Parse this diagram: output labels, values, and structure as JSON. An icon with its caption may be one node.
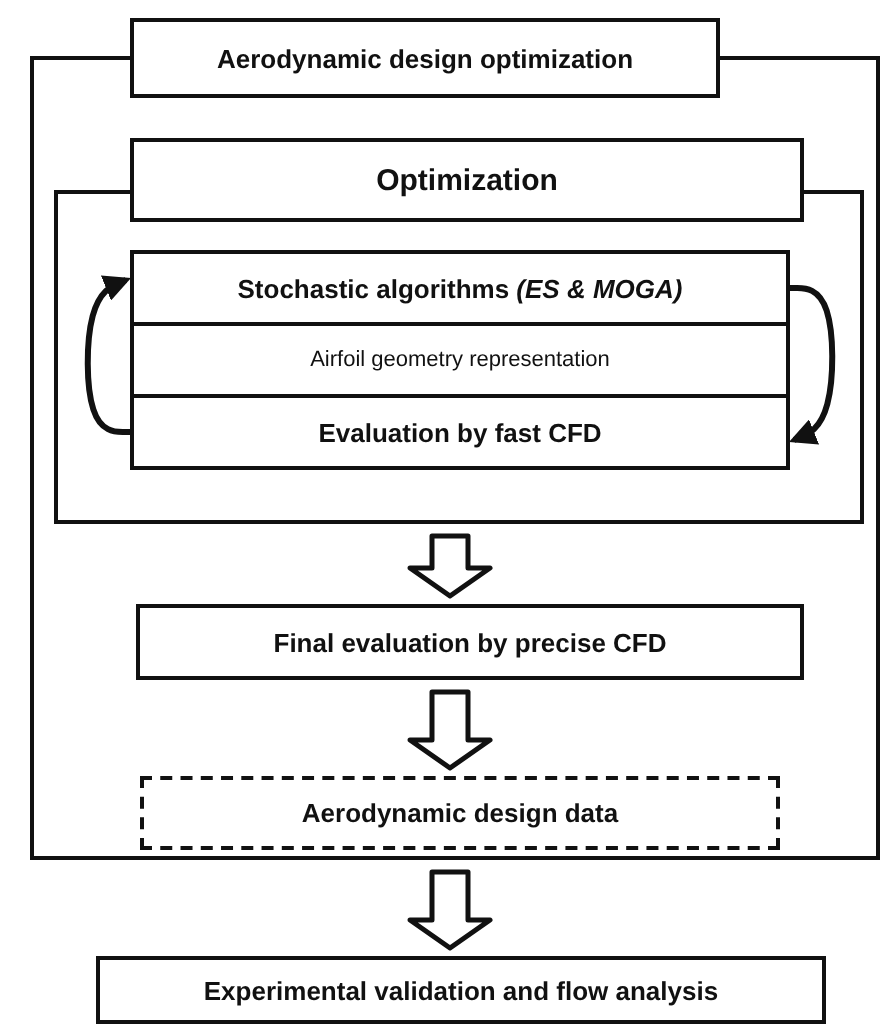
{
  "diagram": {
    "nodes": [
      {
        "text": [
          "Aerodynamic design optimization"
        ]
      },
      {
        "text": [
          "Optimization"
        ],
        "in": 0
      },
      {
        "text": [
          "Stochastic algorithms *(ES & MOGA)*"
        ],
        "in": 1
      },
      {
        "text": [
          "Airfoil geometry representation"
        ],
        "in": 1
      },
      {
        "text": [
          "Evaluation by fast CFD"
        ],
        "in": 1
      },
      {
        "text": [
          "Final evaluation by precise CFD"
        ],
        "in": 0
      },
      {
        "text": [
          "Aerodynamic design data"
        ],
        "in": 0
      },
      {
        "text": [
          "Experimental validation and flow analysis"
        ]
      }
    ],
    "edges": [
      {
        "from": 4,
        "to": 2,
        "arrow": "to"
      },
      {
        "from": 2,
        "to": 4,
        "arrow": "to"
      },
      {
        "from": 1,
        "to": 5,
        "arrow": "to"
      },
      {
        "from": 5,
        "to": 6,
        "arrow": "to"
      },
      {
        "from": 0,
        "to": 7,
        "arrow": "to"
      }
    ]
  }
}
